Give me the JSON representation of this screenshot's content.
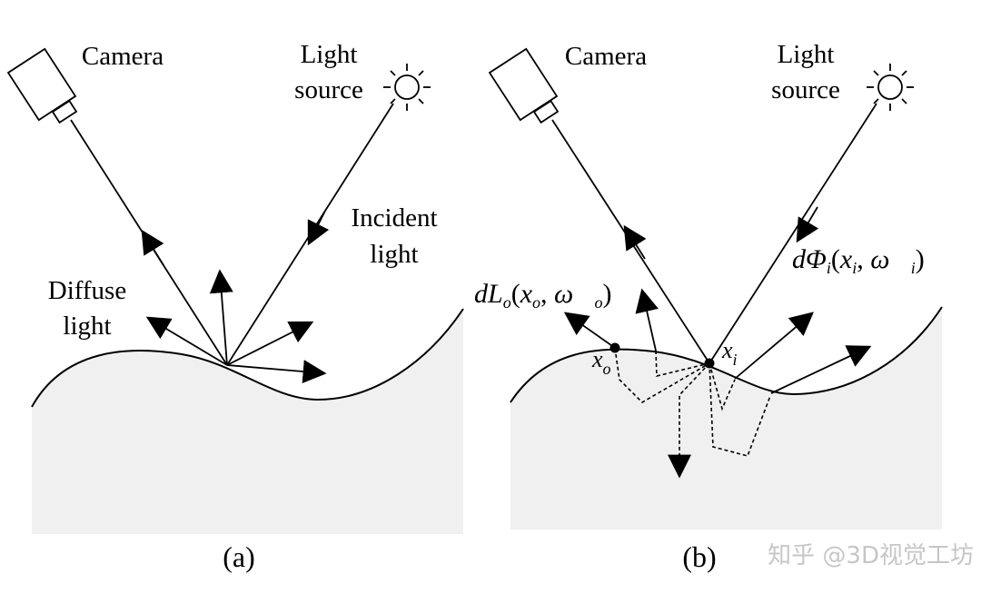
{
  "panel_a": {
    "camera_label": "Camera",
    "light_label_1": "Light",
    "light_label_2": "source",
    "incident_label_1": "Incident",
    "incident_label_2": "light",
    "diffuse_label_1": "Diffuse",
    "diffuse_label_2": "light",
    "caption": "(a)"
  },
  "panel_b": {
    "camera_label": "Camera",
    "light_label_1": "Light",
    "light_label_2": "source",
    "outgoing_label": "dL",
    "outgoing_sub": "o",
    "outgoing_args": "(x",
    "outgoing_args_rest": ", ω",
    "incoming_label": "dΦ",
    "incoming_sub": "i",
    "point_o": "x",
    "point_o_sub": "o",
    "point_i": "x",
    "point_i_sub": "i",
    "caption": "(b)"
  },
  "watermark": "知乎 @3D视觉工坊",
  "colors": {
    "surface_fill": "#f0f0f0",
    "line": "#000000"
  }
}
